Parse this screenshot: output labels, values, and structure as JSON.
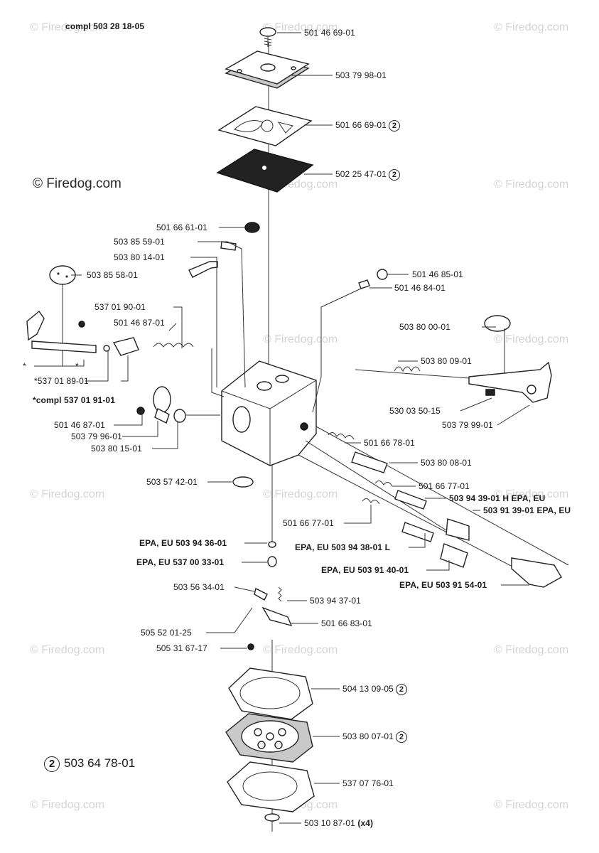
{
  "watermark": {
    "small": "© Firedog.com",
    "big": "© Firedog.com"
  },
  "header": {
    "assembly": "compl 503 28 18-05"
  },
  "parts": {
    "p01": "501 46 69-01",
    "p02": "503 79 98-01",
    "p03": "501 66 69-01",
    "p04": "502 25 47-01",
    "p05": "501 66 61-01",
    "p06": "503 85 59-01",
    "p07": "503 80 14-01",
    "p08": "503 85 58-01",
    "p09": "501 46 85-01",
    "p10": "501 46 84-01",
    "p11": "537 01 90-01",
    "p12": "501 46 87-01",
    "p13": "503 80 00-01",
    "p14": "*537 01 89-01",
    "p15": "503 80 09-01",
    "p16": "*compl 537 01 91-01",
    "p17": "530 03 50-15",
    "p18": "501 46 87-01",
    "p19": "503 79 99-01",
    "p20": "503 79 96-01",
    "p21": "503 80 15-01",
    "p22": "501 66 78-01",
    "p23": "503 80 08-01",
    "p24": "503 57 42-01",
    "p25": "501 66 77-01",
    "p26": "503 94 39-01 H EPA, EU",
    "p27": "503 91 39-01 EPA, EU",
    "p28": "501 66 77-01",
    "p29": "EPA, EU 503 94 36-01",
    "p30": "EPA, EU 503 94 38-01 L",
    "p31": "EPA, EU 537 00 33-01",
    "p32": "EPA, EU 503 91 40-01",
    "p33": "EPA, EU 503 91 54-01",
    "p34": "503 56 34-01",
    "p35": "503 94 37-01",
    "p36": "501 66 83-01",
    "p37": "505 52 01-25",
    "p38": "505 31 67-17",
    "p39": "504 13 09-05",
    "p40": "503 80 07-01",
    "p41": "537 07 76-01",
    "p42": "503 10 87-01",
    "p42_qty": "(x4)"
  },
  "marks": {
    "star": "*",
    "kit_ref": "2"
  },
  "legend": {
    "kit_number": "2",
    "kit_part": "503 64 78-01"
  }
}
